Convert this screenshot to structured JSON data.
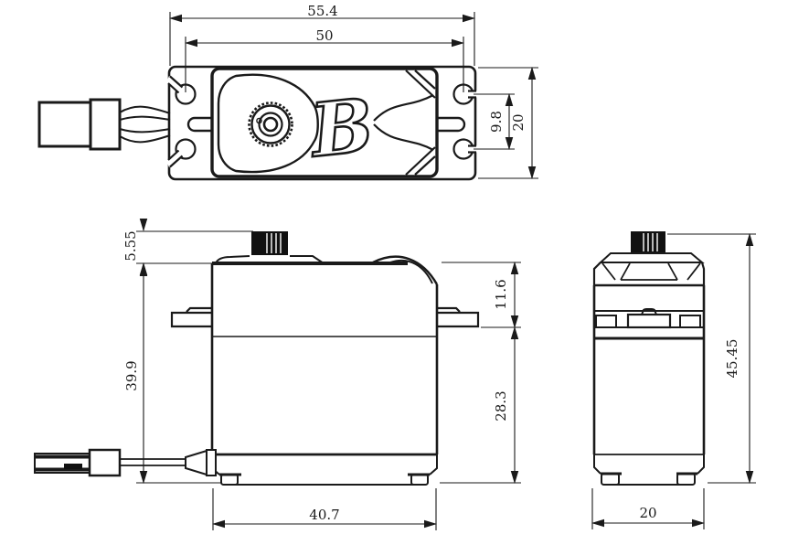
{
  "colors": {
    "line": "#1a1a1a",
    "background": "#ffffff"
  },
  "logo": {
    "letter": "B"
  },
  "dimensions": {
    "top_view": {
      "overall_length": "55.4",
      "mounting_hole_span": "50",
      "hole_pitch": "9.8",
      "body_width": "20"
    },
    "side_view": {
      "spline_height": "5.55",
      "body_height": "39.9",
      "top_to_flange_bottom": "11.6",
      "flange_bottom_to_base": "28.3",
      "body_length": "40.7"
    },
    "front_view": {
      "total_height": "45.45",
      "body_width": "20"
    }
  }
}
